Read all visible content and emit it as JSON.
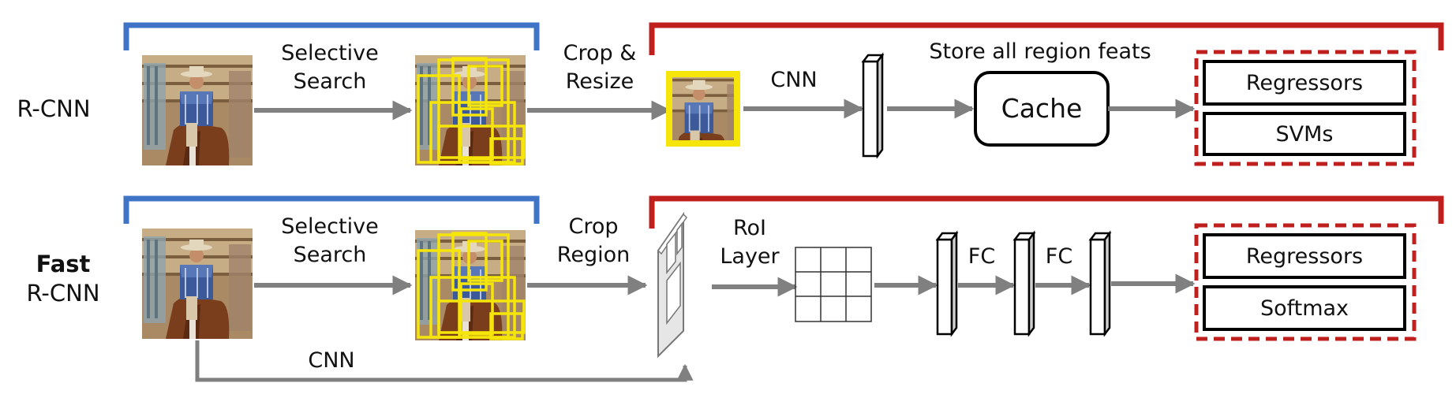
{
  "rows": [
    {
      "id": "rcnn",
      "title_lines": [
        "R-CNN"
      ],
      "step1_lines": [
        "Selective",
        "Search"
      ],
      "step2_lines": [
        "Crop  &",
        "Resize"
      ],
      "feature_label": "CNN",
      "store_label": "Store all region feats",
      "cache_label": "Cache",
      "heads": [
        "Regressors",
        "SVMs"
      ]
    },
    {
      "id": "fast-rcnn",
      "title_lines": [
        "Fast",
        "R-CNN"
      ],
      "step1_lines": [
        "Selective",
        "Search"
      ],
      "step2_lines": [
        "Crop",
        "Region"
      ],
      "roi_lines": [
        "RoI",
        "Layer"
      ],
      "fc_labels": [
        "FC",
        "FC"
      ],
      "heads": [
        "Regressors",
        "Softmax"
      ],
      "bottom_label": "CNN"
    }
  ],
  "colors": {
    "blue_bracket": "#3f74c6",
    "red_bracket": "#c0201d",
    "arrow": "#808080",
    "proposal_box": "#f5e50a",
    "dashed_head": "#c0201d"
  },
  "icons": {
    "photo": "cowboy-on-horse-photo-icon",
    "feature_vector": "feature-vector-bar-icon",
    "feature_map": "feature-map-slab-icon",
    "grid": "roi-grid-icon"
  }
}
